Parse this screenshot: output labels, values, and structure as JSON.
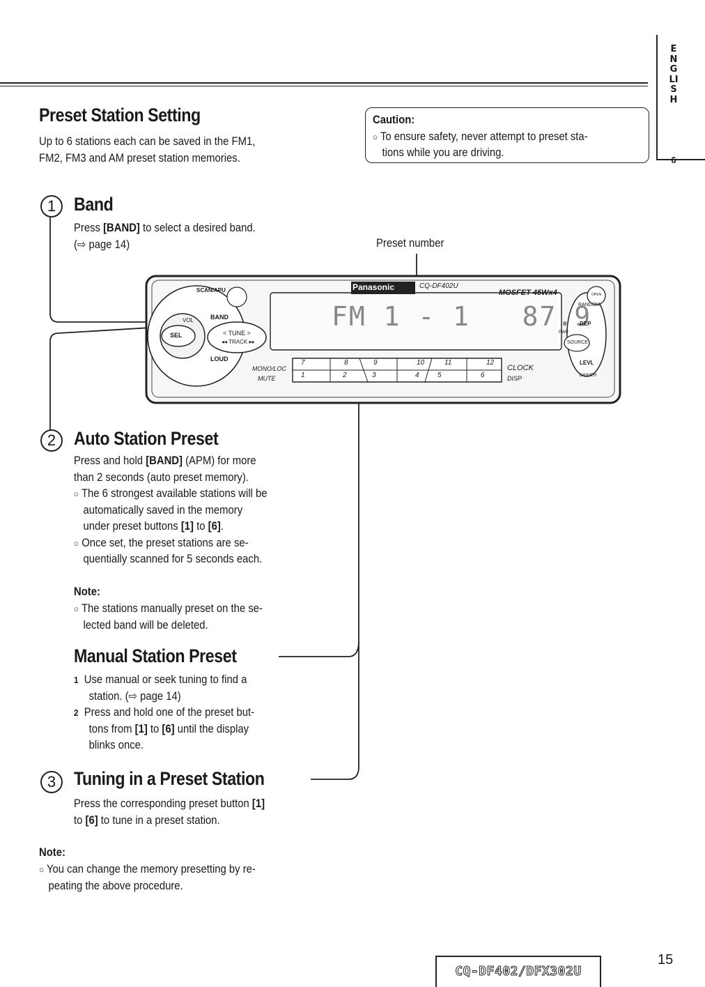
{
  "language_tab": {
    "letters": "ENGLISH",
    "number": "6"
  },
  "preset_station_setting": {
    "title": "Preset Station Setting",
    "intro_line1": "Up to 6 stations each can be saved in the FM1,",
    "intro_line2": "FM2, FM3 and AM preset station memories."
  },
  "caution": {
    "title": "Caution:",
    "line1": "To ensure safety, never attempt to preset sta-",
    "line2": "tions while you are driving."
  },
  "band": {
    "number": "1",
    "title": "Band",
    "line1_pre": "Press ",
    "line1_key": "[BAND]",
    "line1_post": " to select a desired band.",
    "line2": "(⇨ page 14)"
  },
  "figure": {
    "preset_number_label": "Preset number",
    "brand": "Panasonic",
    "model_label": "CQ-DF402U",
    "power_label": "MOSFET 45Wx4",
    "display_text": "FM 1 - 1   87.9",
    "buttons": {
      "scan": "SCAN/APU",
      "band": "BAND",
      "vol": "VOL",
      "sel": "SEL",
      "tune": "< TUNE >",
      "track": "◂◂ TRACK ▸▸",
      "loud": "LOUD",
      "mono": "MONO/LOC",
      "mute": "MUTE",
      "clock": "CLOCK",
      "disp": "DISP",
      "random": "RANDOM",
      "rep": "REP",
      "pwr": "PWR",
      "source": "SOURCE",
      "levl": "LEVL",
      "dimmer": "DIMMER",
      "open": "OPEN"
    },
    "preset_top": [
      "7",
      "8",
      "9",
      "10",
      "11",
      "12"
    ],
    "preset_bottom": [
      "1",
      "2",
      "3",
      "4",
      "5",
      "6"
    ]
  },
  "auto_preset": {
    "number": "2",
    "title": "Auto Station Preset",
    "p1_pre": "Press and hold ",
    "p1_key": "[BAND]",
    "p1_post": " (APM) for more",
    "p1_line2": "than 2 seconds (auto preset memory).",
    "b1_line1": "The 6 strongest available stations will be",
    "b1_line2": "automatically saved in the memory",
    "b1_line3_pre": "under preset buttons ",
    "b1_key1": "[1]",
    "b1_mid": " to ",
    "b1_key2": "[6]",
    "b1_end": ".",
    "b2_line1": "Once set, the preset stations are se-",
    "b2_line2": "quentially scanned for 5 seconds each.",
    "note_title": "Note:",
    "note_line1": "The stations manually preset on the se-",
    "note_line2": "lected band will be deleted."
  },
  "manual_preset": {
    "title": "Manual Station Preset",
    "s1_num": "1",
    "s1_line1": "Use manual or seek tuning to find a",
    "s1_line2": "station. (⇨ page 14)",
    "s2_num": "2",
    "s2_line1": "Press and hold one of the preset but-",
    "s2_line2_pre": "tons from ",
    "s2_key1": "[1]",
    "s2_mid": " to ",
    "s2_key2": "[6]",
    "s2_post": " until the display",
    "s2_line3": "blinks once."
  },
  "tuning_preset": {
    "number": "3",
    "title": "Tuning in a Preset Station",
    "line1_pre": "Press the corresponding preset button ",
    "line1_key": "[1]",
    "line2_pre": "to ",
    "line2_key": "[6]",
    "line2_post": " to tune in a preset station.",
    "note_title": "Note:",
    "note_line1": "You can change the memory presetting by re-",
    "note_line2": "peating the above procedure."
  },
  "footer": {
    "model": "CQ-DF402/DFX302U",
    "page": "15"
  }
}
